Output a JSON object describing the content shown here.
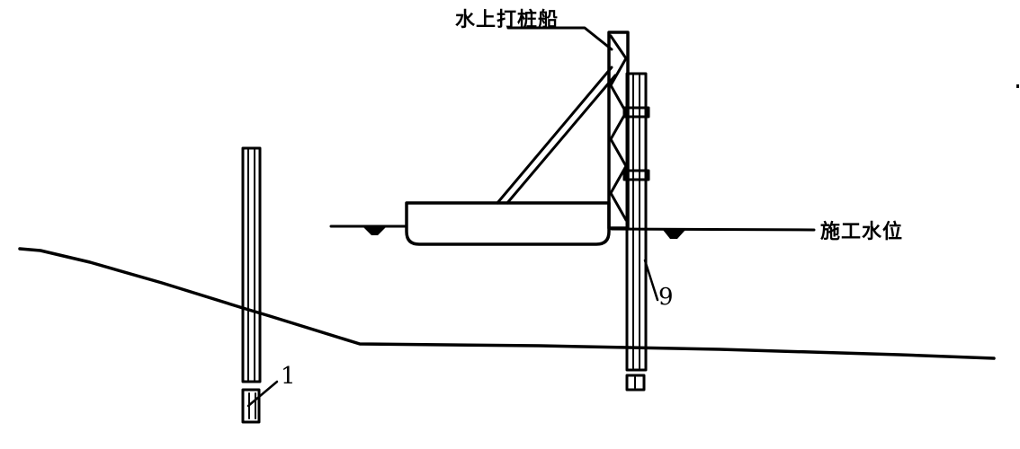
{
  "diagram": {
    "type": "engineering-cross-section",
    "labels": {
      "pile_driving_vessel": "水上打桩船",
      "construction_water_level": "施工水位",
      "ref_1": "1",
      "ref_9": "9"
    },
    "colors": {
      "line": "#000000",
      "background": "#ffffff"
    }
  }
}
